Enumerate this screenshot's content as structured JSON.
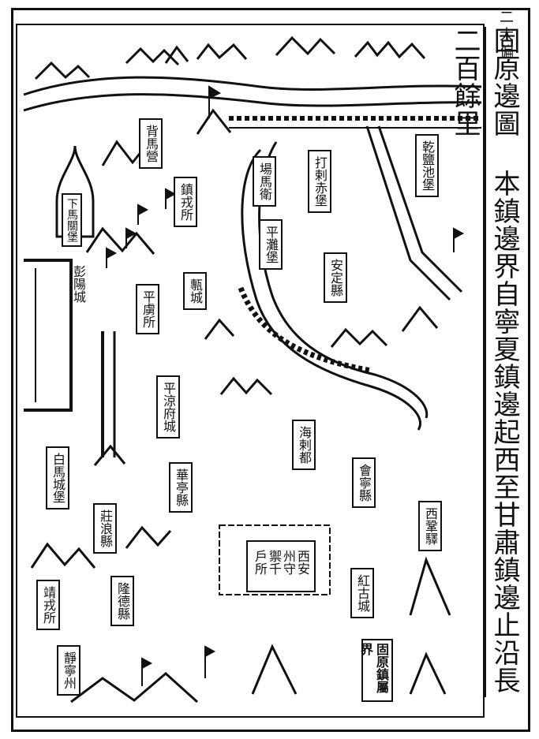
{
  "map": {
    "title": "固原邊圖 本鎮邊界自寧夏鎮邊起西至甘肅鎮邊止沿長二百餘里",
    "title_fragment": [
      "二",
      "大",
      "偏"
    ],
    "seal": "固原鎮屬界",
    "labels": {
      "ma_ying": "背馬營",
      "zhen_rong_suo": "鎮戎所",
      "xia_ma_guan_bao": "下馬關堡",
      "peng_yang_cheng": "彭陽城",
      "ping_lu_suo": "平虜所",
      "wen_cheng": "甎城",
      "ping_liang_fu_cheng": "平涼府城",
      "hua_ting_xian": "華亭縣",
      "bai_ma_cheng_bao": "白馬城堡",
      "zhuang_lang_xian": "莊浪縣",
      "jing_rong_suo": "靖戎所",
      "long_de_xian": "隆德縣",
      "jing_ning_zhou": "靜寧州",
      "xi_an_zhou": "西安州守禦千戶所",
      "hong_gu_cheng": "紅古城",
      "hui_ning_xian": "會寧縣",
      "xi_gong_yi": "西鞏驛",
      "hai_la_du": "海剌都",
      "an_ding_xian": "安定縣",
      "ping_tan_bao": "平灘堡",
      "da_la_chi_bao": "打剌赤堡",
      "gan_yan_chi_bao": "乾鹽池堡",
      "ma_chang_wei": "場馬衛"
    }
  }
}
